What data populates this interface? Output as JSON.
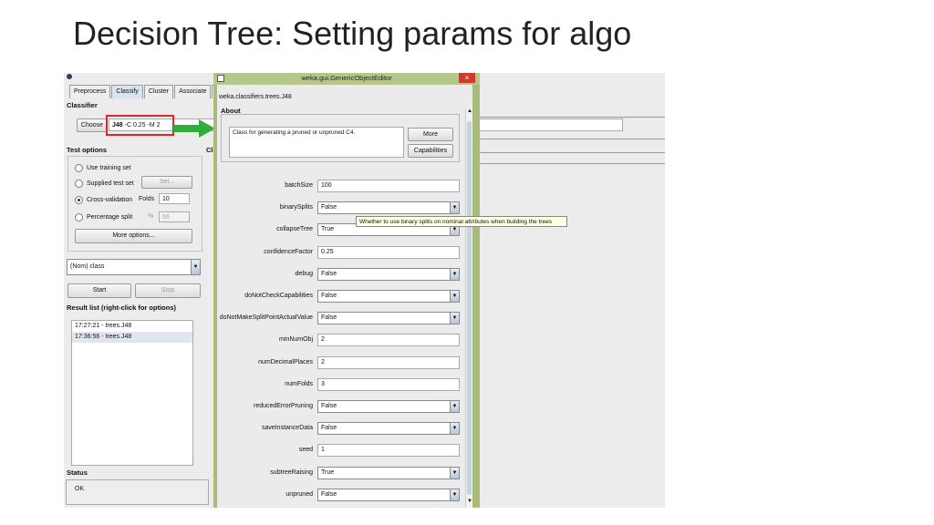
{
  "slide": {
    "title": "Decision Tree: Setting params for algo"
  },
  "weka": {
    "tabs": [
      "Preprocess",
      "Classify",
      "Cluster",
      "Associate",
      "S"
    ],
    "active_tab": "Classify",
    "classifier_label": "Classifier",
    "choose_label": "Choose",
    "classifier_name": "J48",
    "classifier_options": "-C 0.25 -M 2",
    "test_options_label": "Test options",
    "radio_training": "Use training set",
    "radio_supplied": "Supplied test set",
    "set_label": "Set...",
    "radio_cv": "Cross-validation",
    "folds_label": "Folds",
    "folds_value": "10",
    "radio_split": "Percentage split",
    "percent_symbol": "%",
    "split_value": "66",
    "more_options_label": "More options...",
    "class_select": "(Nom) class",
    "start_label": "Start",
    "stop_label": "Stop",
    "result_list_label": "Result list (right-click for options)",
    "results": [
      "17:27:21 - trees.J48",
      "17:36:56 - trees.J48"
    ],
    "status_label": "Status",
    "status_value": "OK",
    "cl_glimpse": "Cl"
  },
  "dialog": {
    "title": "weka.gui.GenericObjectEditor",
    "close_label": "×",
    "class_name": "weka.classifiers.trees.J48",
    "about_label": "About",
    "about_text": "Class for generating a pruned or unpruned C4.",
    "more_label": "More",
    "capabilities_label": "Capabilities",
    "scroll_up": "▲",
    "scroll_down": "▼",
    "params": [
      {
        "name": "batchSize",
        "value": "100",
        "kind": "text"
      },
      {
        "name": "binarySplits",
        "value": "False",
        "kind": "combo"
      },
      {
        "name": "collapseTree",
        "value": "True",
        "kind": "combo"
      },
      {
        "name": "confidenceFactor",
        "value": "0.25",
        "kind": "text"
      },
      {
        "name": "debug",
        "value": "False",
        "kind": "combo"
      },
      {
        "name": "doNotCheckCapabilities",
        "value": "False",
        "kind": "combo"
      },
      {
        "name": "doNotMakeSplitPointActualValue",
        "value": "False",
        "kind": "combo"
      },
      {
        "name": "minNumObj",
        "value": "2",
        "kind": "text"
      },
      {
        "name": "numDecimalPlaces",
        "value": "2",
        "kind": "text"
      },
      {
        "name": "numFolds",
        "value": "3",
        "kind": "text"
      },
      {
        "name": "reducedErrorPruning",
        "value": "False",
        "kind": "combo"
      },
      {
        "name": "saveInstanceData",
        "value": "False",
        "kind": "combo"
      },
      {
        "name": "seed",
        "value": "1",
        "kind": "text"
      },
      {
        "name": "subtreeRaising",
        "value": "True",
        "kind": "combo"
      },
      {
        "name": "unpruned",
        "value": "False",
        "kind": "combo"
      }
    ],
    "tooltip": "Whether to use binary splits on nominal attributes when building the trees"
  },
  "colors": {
    "highlight_box": "#e0262a",
    "arrow": "#2fae3a",
    "dialog_frame": "#a9bb7a",
    "tooltip_bg": "#ffffe1"
  },
  "icons": {
    "pointer_arrow": "green-right-arrow",
    "dropdown": "triangle-down",
    "close": "x-icon"
  }
}
